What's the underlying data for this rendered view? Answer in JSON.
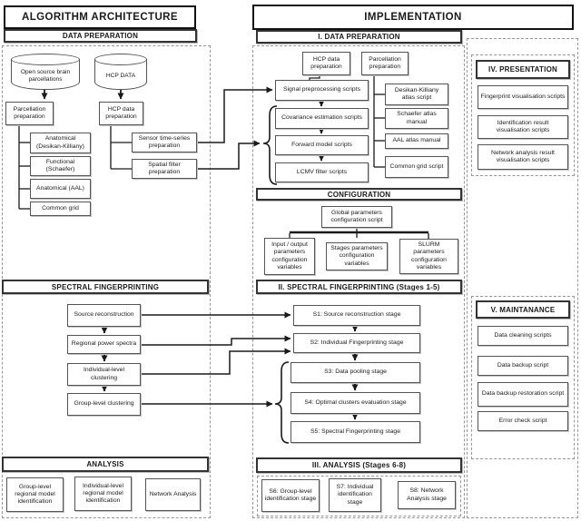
{
  "architecture": {
    "title": "ALGORITHM ARCHITECTURE",
    "data_preparation": {
      "header": "DATA PREPARATION",
      "open_source_db": "Open source brain parcellations",
      "hcp_db": "HCP DATA",
      "parcellation_prep": "Parcellation preparation",
      "hcp_prep": "HCP data preparation",
      "parcellation_items": [
        "Anatomical (Desikan-Killiany)",
        "Functional (Schaefer)",
        "Anatomical (AAL)",
        "Common grid"
      ],
      "hcp_items": [
        "Sensor time-series preparation",
        "Spatial filter preparation"
      ]
    },
    "spectral_fingerprinting": {
      "header": "SPECTRAL FINGERPRINTING",
      "steps": [
        "Source reconstruction",
        "Regional power spectra",
        "Individual-level clustering",
        "Group-level clustering"
      ]
    },
    "analysis": {
      "header": "ANALYSIS",
      "items": [
        "Group-level regional model identification",
        "Individual-level regional model identification",
        "Network Analysis"
      ]
    }
  },
  "implementation": {
    "title": "IMPLEMENTATION",
    "data_preparation": {
      "header": "I. DATA PREPARATION",
      "hcp_prep": "HCP data preparation",
      "parcellation_prep": "Parcellation preparation",
      "pipeline": [
        "Signal preprocessing scripts",
        "Covariance estimation scripts",
        "Forward model scripts",
        "LCMV filter scripts"
      ],
      "atlas_items": [
        "Desikan-Killiany atlas script",
        "Schaefer atlas manual",
        "AAL atlas manual",
        "Common grid script"
      ]
    },
    "configuration": {
      "header": "CONFIGURATION",
      "global_script": "Global parameters configuration script",
      "variable_items": [
        "Input / output parameters configuration variables",
        "Stages parameters configuration variables",
        "SLURM parameters configuration variables"
      ]
    },
    "spectral_fingerprinting": {
      "header": "II. SPECTRAL FINGERPRINTING (Stages 1-5)",
      "stages": [
        "S1: Source reconstruction stage",
        "S2: Individual Fingerprinting stage",
        "S3: Data pooling stage",
        "S4: Optimal clusters evaluation stage",
        "S5: Spectral Fingerprinting stage"
      ]
    },
    "analysis": {
      "header": "III. ANALYSIS (Stages 6-8)",
      "stages": [
        "S6: Group-level identification stage",
        "S7: Individual identification stage",
        "S8: Network Analysis stage"
      ]
    },
    "presentation": {
      "header": "IV. PRESENTATION",
      "items": [
        "Fingerprint visualisation scripts",
        "Identification result visualisation scripts",
        "Network analysis result visualisation scripts"
      ]
    },
    "maintenance": {
      "header": "V. MAINTANANCE",
      "items": [
        "Data cleaning scripts",
        "Data backup script",
        "Data backup restoration script",
        "Error check script"
      ]
    }
  },
  "colors": {
    "line": "#1a1a1a",
    "box_border": "#555555",
    "dashed_border": "#979797",
    "background": "#ffffff"
  }
}
